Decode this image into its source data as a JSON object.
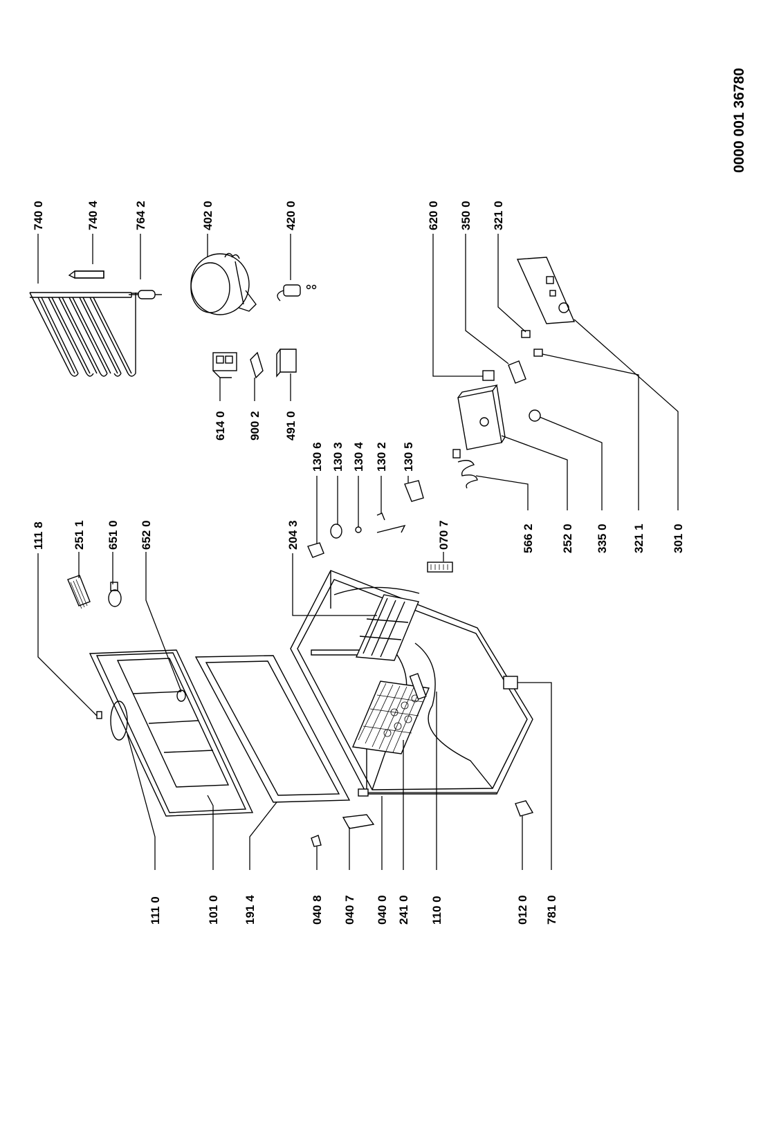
{
  "document_number": "0000 001 36780",
  "labels": {
    "l1118": "111 8",
    "l2511": "251 1",
    "l6510": "651 0",
    "l6520": "652 0",
    "l2043": "204 3",
    "l1306": "130 6",
    "l1303": "130 3",
    "l1304": "130 4",
    "l1302": "130 2",
    "l1305": "130 5",
    "l0707": "070 7",
    "l6140": "614 0",
    "l9002": "900 2",
    "l4910": "491 0",
    "l7400": "740 0",
    "l7404": "740 4",
    "l7642": "764 2",
    "l4020": "402 0",
    "l4200": "420 0",
    "l6200": "620 0",
    "l3500": "350 0",
    "l3210": "321 0",
    "l5662": "566 2",
    "l2520": "252 0",
    "l3350": "335 0",
    "l3211": "321 1",
    "l3010": "301 0",
    "l1110": "111 0",
    "l1010": "101 0",
    "l1914": "191 4",
    "l0408": "040 8",
    "l0407": "040 7",
    "l0400": "040 0",
    "l2410": "241 0",
    "l1100": "110 0",
    "l0120": "012 0",
    "l7810": "781 0"
  }
}
